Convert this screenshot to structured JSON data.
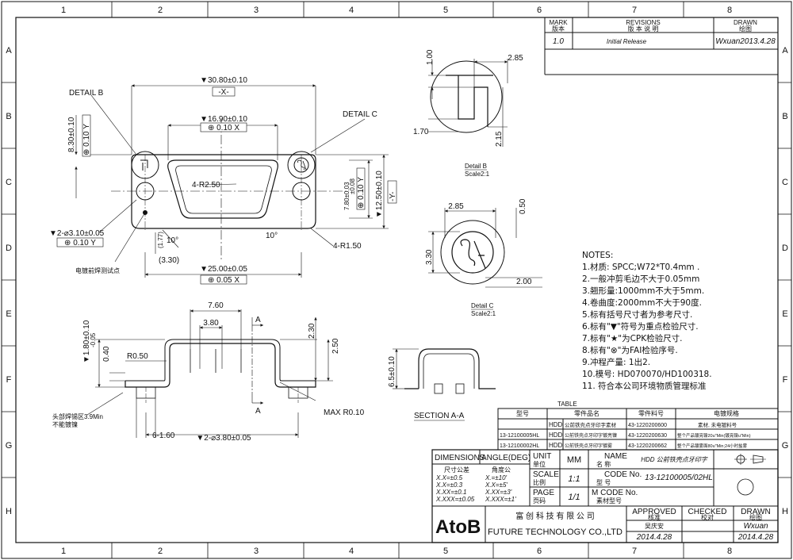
{
  "grid": {
    "columns": [
      "1",
      "2",
      "3",
      "4",
      "5",
      "6",
      "7",
      "8"
    ],
    "rows": [
      "A",
      "B",
      "C",
      "D",
      "E",
      "F",
      "G",
      "H"
    ]
  },
  "revisions": {
    "mark_header": "MARK",
    "mark_header_cn": "版本",
    "rev_header": "REVISIONS",
    "rev_header_cn": "版  本  说  明",
    "drawn_header": "DRAWN",
    "drawn_header_cn": "绘图",
    "row": {
      "mark": "1.0",
      "desc": "Initial Release",
      "drawn": "Wxuan2013.4.28"
    }
  },
  "front_view": {
    "dims": {
      "overall": "▼30.80±0.10",
      "overall_ref": "-X-",
      "inner": "▼16.90±0.10",
      "inner_tol": "⊕ 0.10 X",
      "height_left": "8.30±0.10",
      "height_left_tol": "⊕ 0.10 Y",
      "shell_h": "7.80±0.03",
      "shell_h2": "±0.08",
      "shell_tol": "⊕ 0.10 Y",
      "overall_h": "▼12.50±0.10",
      "overall_h_ref": "-Y-",
      "radius_inner": "4-R2.50",
      "radius_outer": "4-R1.50",
      "hole": "▼2-⌀3.10±0.05",
      "hole_tol": "⊕ 0.10 Y",
      "pitch": "▼25.00±0.05",
      "pitch_tol": "⊕ 0.05 X",
      "angle": "10°",
      "ref1": "(1.77)",
      "ref2": "(3.30)",
      "weld_note": "电镀前焊测试点"
    },
    "labels": {
      "detail_b": "DETAIL B",
      "detail_c": "DETAIL C"
    }
  },
  "side_view": {
    "dims": {
      "d760": "7.60",
      "d380": "3.80",
      "d230": "2.30",
      "d250": "2.50",
      "d180": "▼1.80±0.10",
      "d180b": "-0.05",
      "d040": "0.40",
      "r050": "R0.50",
      "maxr": "MAX R0.10",
      "d616": "6-1.60",
      "holes": "▼2-⌀3.80±0.05",
      "sec_a": "A",
      "plating_note": "头部焊锡区3.9Min",
      "plating_note2": "不能镀镍"
    }
  },
  "detail_b": {
    "title": "Detail B",
    "scale": "Scale2:1",
    "d100": "1.00",
    "d285": "2.85",
    "d170": "1.70",
    "d215": "2.15"
  },
  "detail_c": {
    "title": "Detail C",
    "scale": "Scale2:1",
    "d285": "2.85",
    "d050": "0.50",
    "d330": "3.30",
    "d200": "2.00"
  },
  "section": {
    "title": "SECTION A-A",
    "d650": "6.5±0.10"
  },
  "notes": {
    "title": "NOTES:",
    "items": [
      "1.材质: SPCC;W72*T0.4mm  .",
      "2.一般冲剪毛边不大于0.05mm",
      "3.翘形量:1000mm不大于5mm.",
      "4.卷曲度:2000mm不大于90度.",
      "5.标有括号尺寸者为参考尺寸.",
      "6.标有\"▼\"符号为重点检验尺寸.",
      "7.标有\"★\"为CPK检验尺寸.",
      "8.标有\"⊗\"为FAI检验序号.",
      "9.冲程产量: 1出2.",
      "10.模号: HD070070/HD100318.",
      "11. 符合本公司环境物质管理标准"
    ]
  },
  "table": {
    "caption": "TABLE",
    "headers": [
      "型号",
      "零件品名",
      "零件料号",
      "电镀规格"
    ],
    "rows": [
      [
        "",
        "HDD",
        "公前铁壳点牙印字素材",
        "43-1220200600",
        "素材, 未电镀料号"
      ],
      [
        "13-12100005HL",
        "HDD",
        "公前铁壳点牙印字镀亮镍",
        "43-1220200630",
        "整个产品镀亮镍20u\"Min(镀亮镍u\"Min)"
      ],
      [
        "13-12100002HL",
        "HDD",
        "公前铁壳点牙印字镀雾",
        "43-1220200662",
        "整个产品镀雾面80u\"Min;24小时盐雾"
      ]
    ]
  },
  "title_block": {
    "dimensions_label": "DIMENSIONS",
    "angle_label": "ANGLE(DEG)",
    "tol_cn": "尺寸公差",
    "ang_cn": "角度公",
    "tols": [
      {
        "dim": "X.X=±0.5",
        "ang": "X.=±10'"
      },
      {
        "dim": "X.X=±0.3",
        "ang": "X.X=±5'"
      },
      {
        "dim": "X.XX=±0.1",
        "ang": "X.XX=±3'"
      },
      {
        "dim": "X.XXX=±0.05",
        "ang": "X.XXX=±1'"
      }
    ],
    "unit_label": "UNIT",
    "unit_cn": "单位",
    "unit": "MM",
    "name_label": "NAME",
    "name_cn": "名  称",
    "name": "HDD 公前铁壳点牙印字",
    "scale_label": "SCALE",
    "scale_cn": "比例",
    "scale": "1:1",
    "code_label": "CODE No.",
    "code_cn": "型  号",
    "code": "13-12100005/02HL",
    "page_label": "PAGE",
    "page_cn": "页码",
    "page": "1/1",
    "mcode_label": "M CODE No.",
    "mcode_cn": "素材型号",
    "mcode": "",
    "company_logo": "AtoB",
    "company_cn": "富 创 科 技 有 限 公 司",
    "company_en": "FUTURE TECHNOLOGY CO.,LTD",
    "approved_label": "APPROVED",
    "approved_cn": "核准",
    "approved_name": "吴庆安",
    "approved_date": "2014.4.28",
    "checked_label": "CHECKED",
    "checked_cn": "校对",
    "checked_name": "",
    "drawn_label": "DRAWN",
    "drawn_cn": "绘图",
    "drawn_name": "Wxuan",
    "drawn_date": "2014.4.28"
  }
}
